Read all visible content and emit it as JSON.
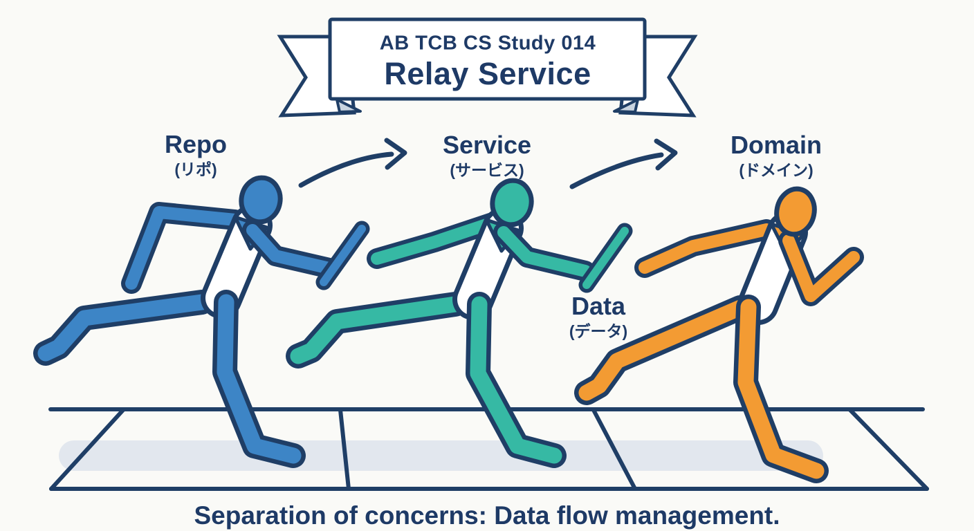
{
  "banner": {
    "subtitle": "AB TCB CS Study 014",
    "title": "Relay Service"
  },
  "stages": [
    {
      "id": "repo",
      "label": "Repo",
      "label_ja": "(リポ)",
      "color": "#3d85c6"
    },
    {
      "id": "service",
      "label": "Service",
      "label_ja": "(サービス)",
      "color": "#36b9a4"
    },
    {
      "id": "domain",
      "label": "Domain",
      "label_ja": "(ドメイン)",
      "color": "#f39b33"
    }
  ],
  "baton_label": {
    "label": "Data",
    "label_ja": "(データ)"
  },
  "caption": "Separation of concerns: Data flow management.",
  "icons": {
    "arrow_repo_to_service": "curved-right-arrow",
    "arrow_service_to_domain": "curved-right-arrow"
  },
  "colors": {
    "outline_navy": "#1f3e66",
    "text_navy": "#1e3a66",
    "repo_blue": "#3d85c6",
    "service_teal": "#36b9a4",
    "domain_orange": "#f39b33",
    "background": "#fafaf7",
    "track_band": "#e2e7ee",
    "ribbon_fold": "#c9d4e0"
  }
}
